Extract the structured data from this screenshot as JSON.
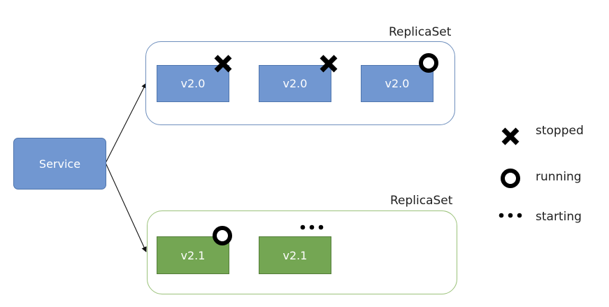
{
  "service": {
    "label": "Service"
  },
  "replicasets": [
    {
      "label": "ReplicaSet",
      "pods": [
        {
          "label": "v2.0",
          "status": "stopped"
        },
        {
          "label": "v2.0",
          "status": "stopped"
        },
        {
          "label": "v2.0",
          "status": "running"
        }
      ]
    },
    {
      "label": "ReplicaSet",
      "pods": [
        {
          "label": "v2.1",
          "status": "running"
        },
        {
          "label": "v2.1",
          "status": "starting"
        }
      ]
    }
  ],
  "legend": [
    {
      "status": "stopped",
      "label": "stopped",
      "icon": "cross-icon"
    },
    {
      "status": "running",
      "label": "running",
      "icon": "ring-icon"
    },
    {
      "status": "starting",
      "label": "starting",
      "icon": "dots-icon"
    }
  ],
  "colors": {
    "v2_0_pod": "#7197d1",
    "v2_1_pod": "#74a653",
    "replicaset_v2_0_border": "#6f8fbd",
    "replicaset_v2_1_border": "#9bc27a"
  }
}
